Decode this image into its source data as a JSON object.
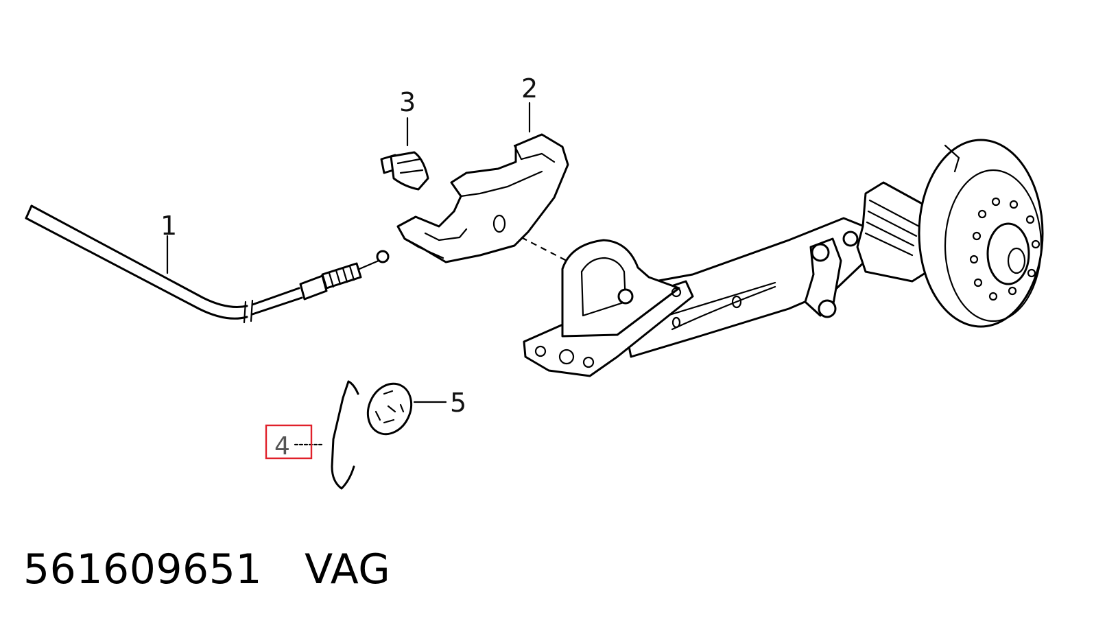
{
  "callouts": {
    "c1": "1",
    "c2": "2",
    "c3": "3",
    "c4": "4",
    "c5": "5"
  },
  "highlight": {
    "part": "4",
    "color": "#e0202a"
  },
  "footer": {
    "part_number": "561609651",
    "brand": "VAG"
  }
}
